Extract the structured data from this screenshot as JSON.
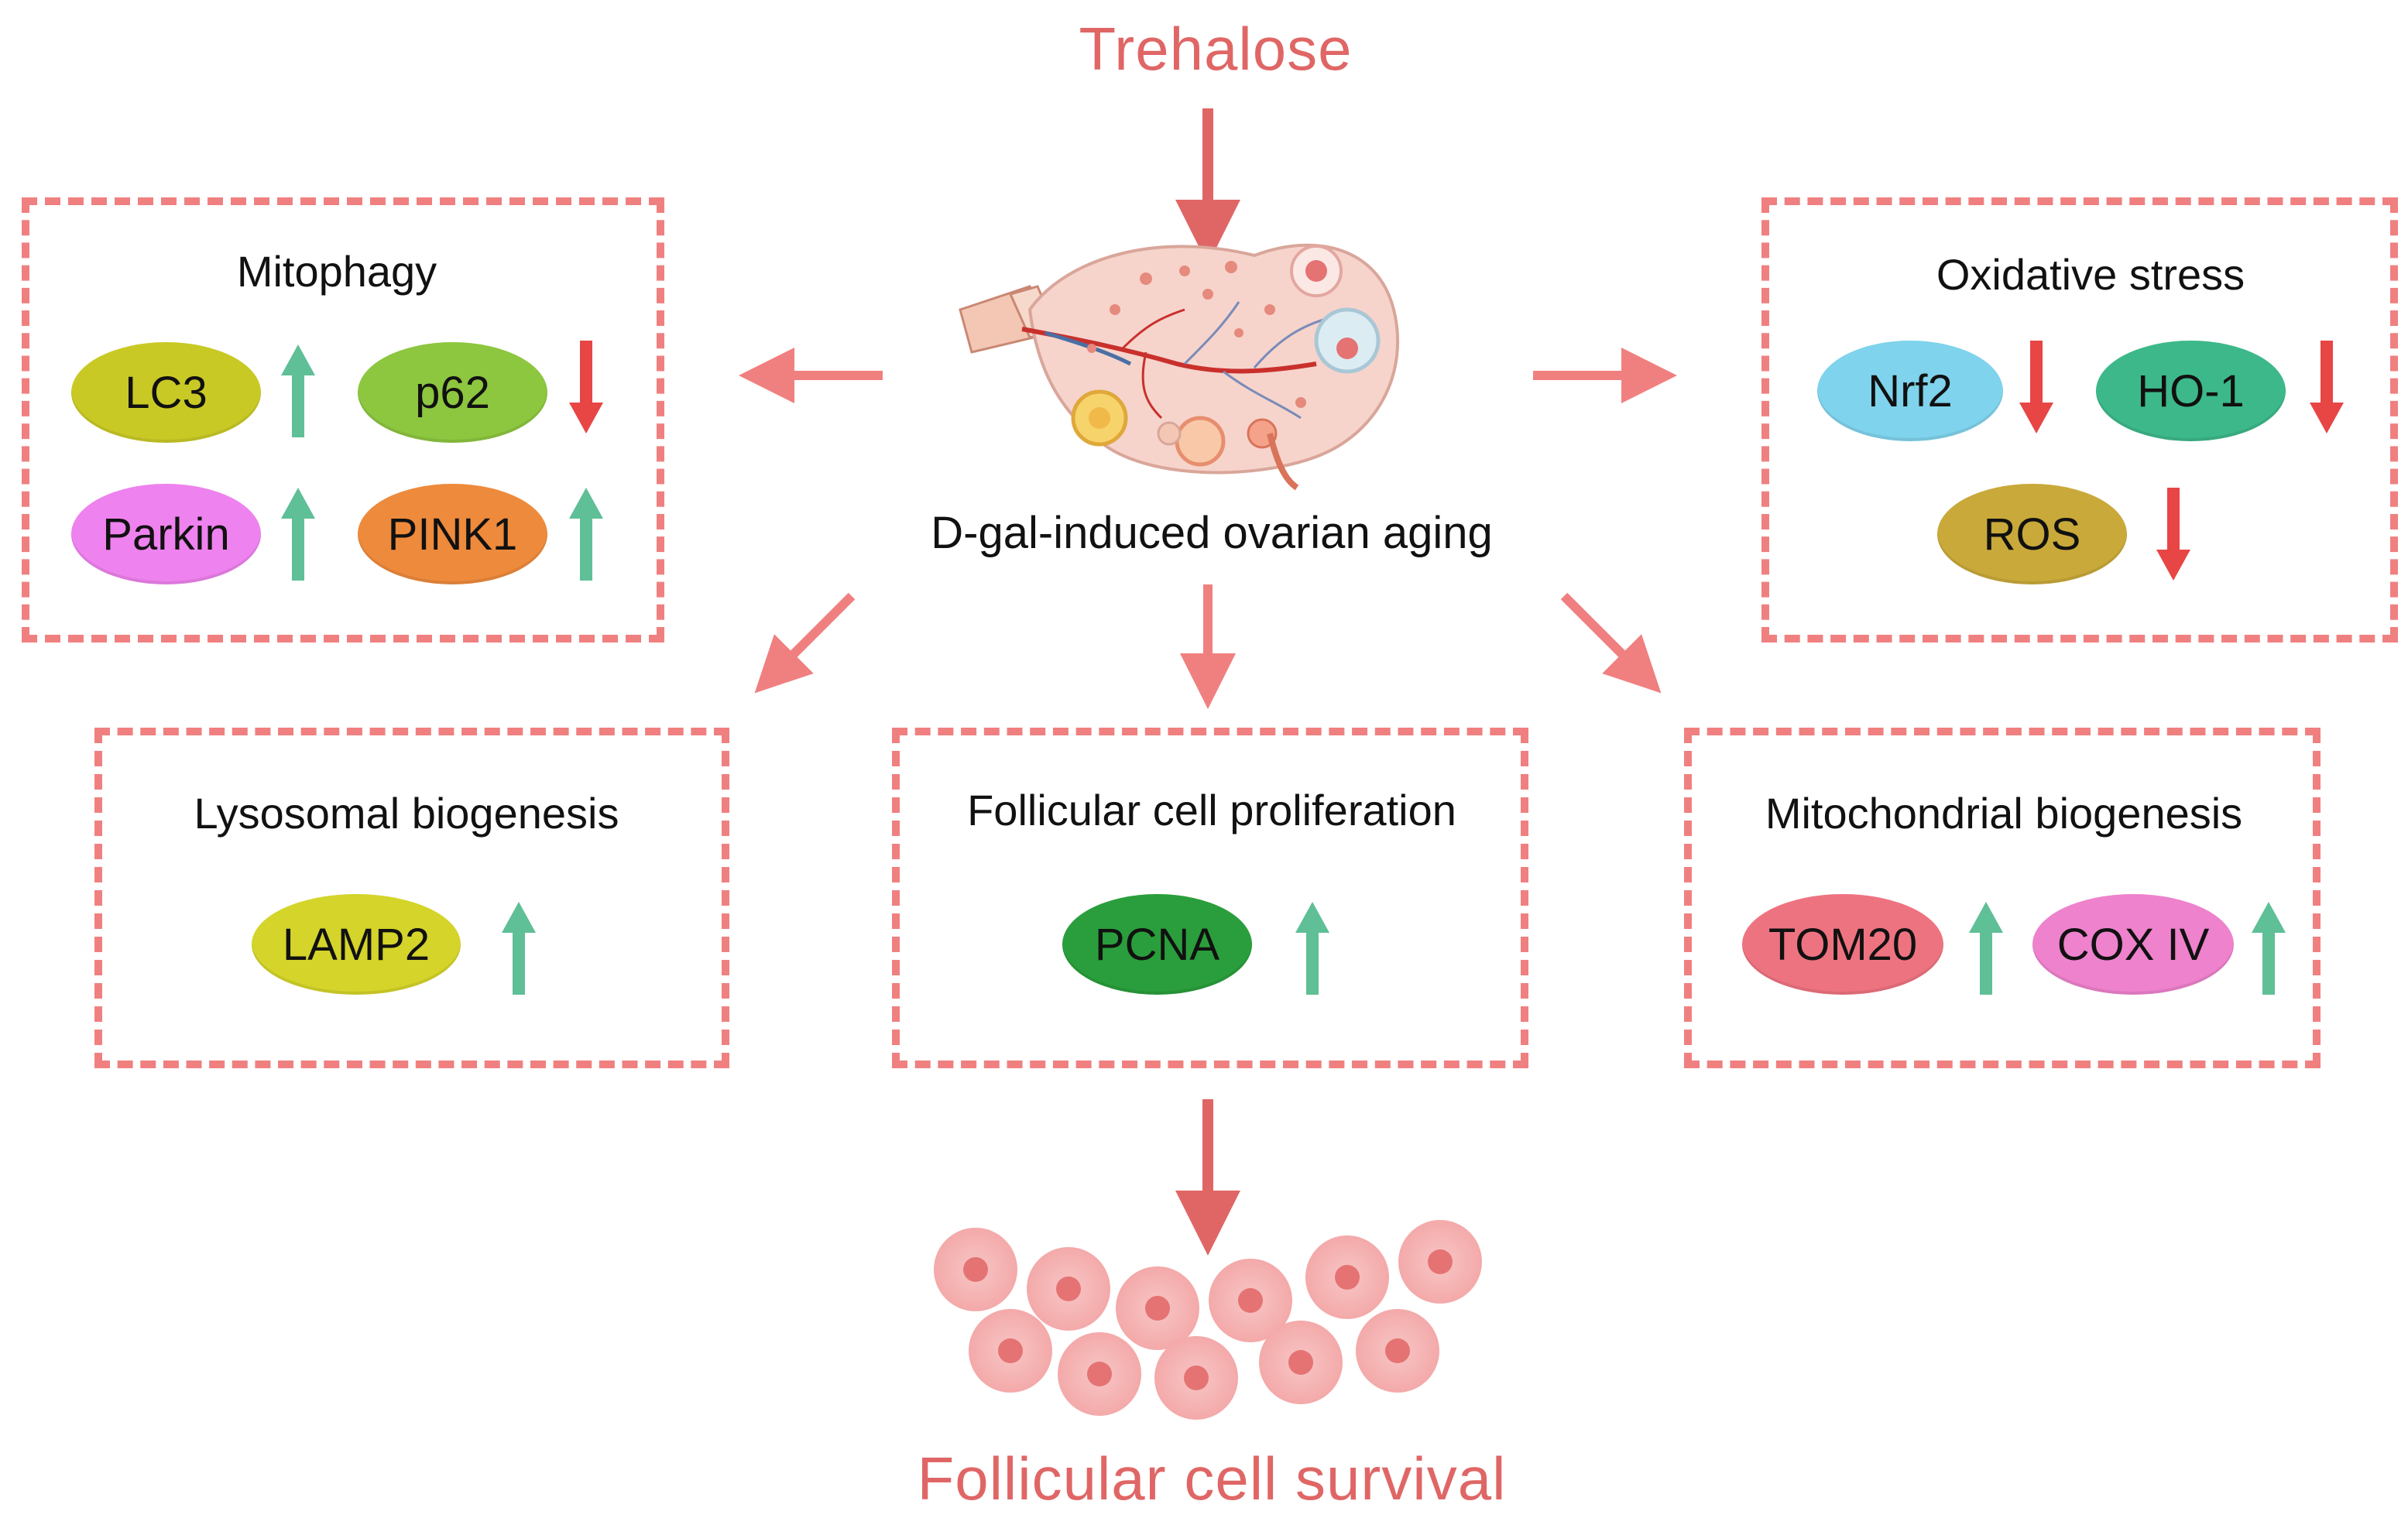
{
  "title": "Trehalose",
  "center_label": "D-gal-induced ovarian aging",
  "bottom_label": "Follicular cell survival",
  "colors": {
    "accent": "#e06666",
    "box_border": "#f08080",
    "arrow": "#f08080",
    "up_arrow": "#5fbf96",
    "down_arrow": "#e84545"
  },
  "mitophagy": {
    "title": "Mitophagy",
    "items": [
      {
        "label": "LC3",
        "change": "up",
        "color": "#c9c926"
      },
      {
        "label": "p62",
        "change": "down",
        "color": "#8dc63f"
      },
      {
        "label": "Parkin",
        "change": "up",
        "color": "#ee82ee"
      },
      {
        "label": "PINK1",
        "change": "up",
        "color": "#ee8a3c"
      }
    ]
  },
  "oxidative": {
    "title": "Oxidative stress",
    "items": [
      {
        "label": "Nrf2",
        "change": "down",
        "color": "#7fd3ec"
      },
      {
        "label": "HO-1",
        "change": "down",
        "color": "#3db88a"
      },
      {
        "label": "ROS",
        "change": "down",
        "color": "#c9a93a"
      }
    ]
  },
  "lysosomal": {
    "title": "Lysosomal biogenesis",
    "items": [
      {
        "label": "LAMP2",
        "change": "up",
        "color": "#d4d42a"
      }
    ]
  },
  "follicular": {
    "title": "Follicular cell proliferation",
    "items": [
      {
        "label": "PCNA",
        "change": "up",
        "color": "#2a9e3c"
      }
    ]
  },
  "mito_bio": {
    "title": "Mitochondrial biogenesis",
    "items": [
      {
        "label": "TOM20",
        "change": "up",
        "color": "#ee7380"
      },
      {
        "label": "COX IV",
        "change": "up",
        "color": "#ee82cc"
      }
    ]
  }
}
